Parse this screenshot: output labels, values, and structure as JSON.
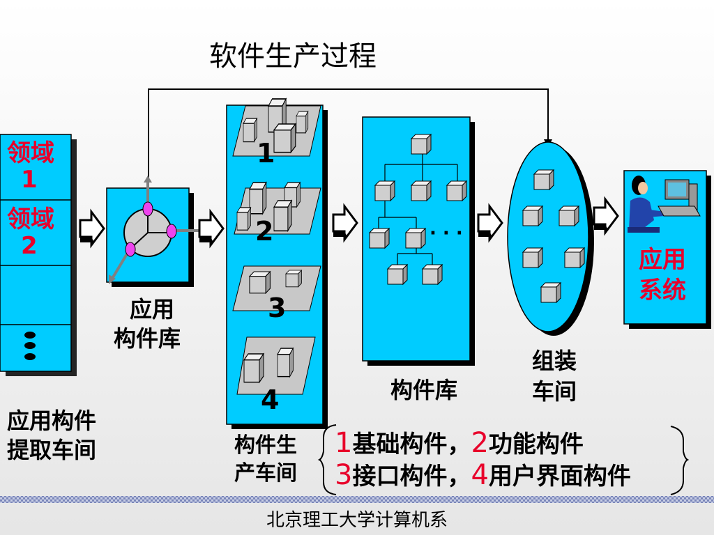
{
  "slide": {
    "title": "软件生产过程",
    "footer": "北京理工大学计算机系"
  },
  "domains": [
    {
      "label": "领域",
      "num": "1"
    },
    {
      "label": "领域",
      "num": "2"
    }
  ],
  "stages": {
    "extract_line1": "应用构件",
    "extract_line2": "提取车间",
    "app_lib_line1": "应用",
    "app_lib_line2": "构件库",
    "produce_line1": "构件生",
    "produce_line2": "产车间",
    "lib": "构件库",
    "assembly_line1": "组装",
    "assembly_line2": "车间",
    "app_system_line1": "应用",
    "app_system_line2": "系统"
  },
  "platform_numbers": [
    "1",
    "2",
    "3",
    "4"
  ],
  "ellipsis": "· · ·",
  "legend": {
    "n1": "1",
    "t1": "基础构件，",
    "n2": "2",
    "t2": "功能构件",
    "n3": "3",
    "t3": "接口构件，",
    "n4": "4",
    "t4": "用户界面构件"
  },
  "colors": {
    "box": "#00ccff",
    "accent_red": "#e8002a",
    "node": "#ee44ee"
  }
}
